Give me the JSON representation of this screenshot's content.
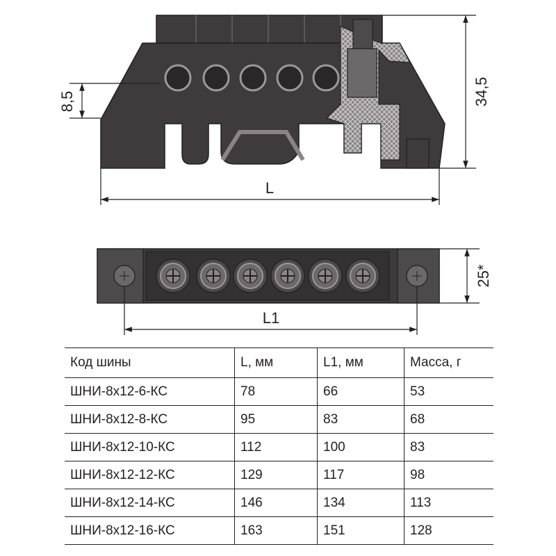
{
  "drawing": {
    "dimensions": {
      "height_small": "8,5",
      "height_total": "34,5",
      "length": "L",
      "mount_length": "L1",
      "width": "25*"
    },
    "holes_shown": 5,
    "terminals_shown": 6
  },
  "table": {
    "headers": [
      "Код шины",
      "L, мм",
      "L1, мм",
      "Масса, г"
    ],
    "rows": [
      [
        "ШНИ-8х12-6-КС",
        "78",
        "66",
        "53"
      ],
      [
        "ШНИ-8х12-8-КС",
        "95",
        "83",
        "68"
      ],
      [
        "ШНИ-8х12-10-КС",
        "112",
        "100",
        "83"
      ],
      [
        "ШНИ-8х12-12-КС",
        "129",
        "117",
        "98"
      ],
      [
        "ШНИ-8х12-14-КС",
        "146",
        "134",
        "113"
      ],
      [
        "ШНИ-8х12-16-КС",
        "163",
        "151",
        "128"
      ]
    ]
  }
}
